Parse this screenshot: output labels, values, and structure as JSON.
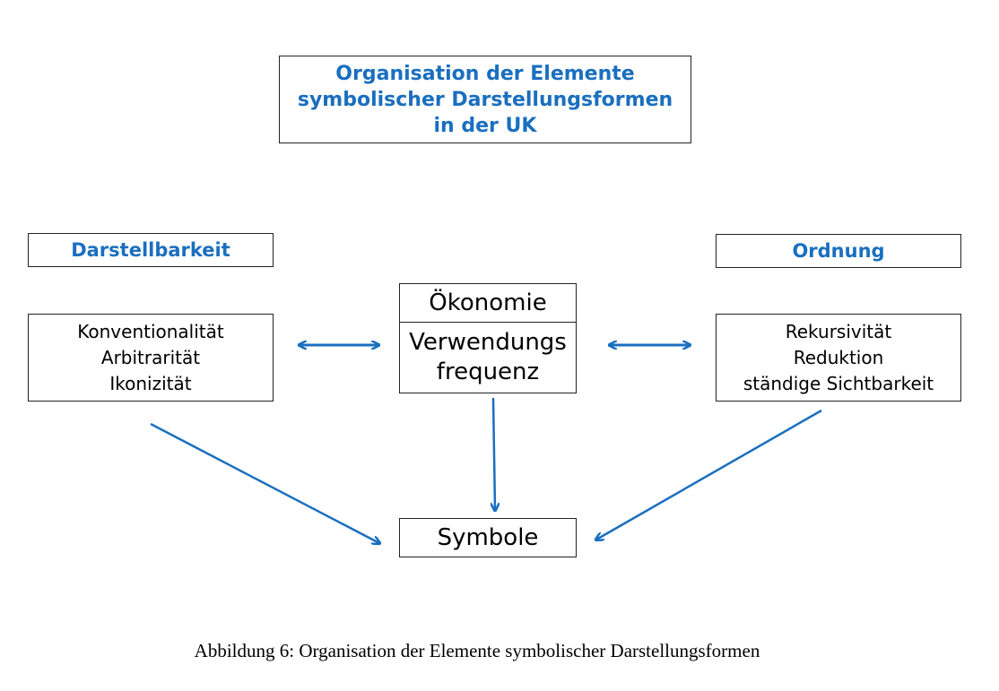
{
  "title": {
    "lines": [
      "Organisation der Elemente",
      "symbolischer Darstellungsformen",
      "in der UK"
    ]
  },
  "left_header": "Darstellbarkeit",
  "right_header": "Ordnung",
  "left_items": [
    "Konventionalität",
    "Arbitrarität",
    "Ikonizität"
  ],
  "right_items": [
    "Rekursivität",
    "Reduktion",
    "ständige Sichtbarkeit"
  ],
  "center": {
    "top": "Ökonomie",
    "bottom_lines": [
      "Verwendungs",
      "frequenz"
    ]
  },
  "target": "Symbole",
  "caption": "Abbildung 6: Organisation der Elemente symbolischer Darstellungsformen",
  "colors": {
    "accent": "#1a6fbf",
    "border": "#222222"
  }
}
